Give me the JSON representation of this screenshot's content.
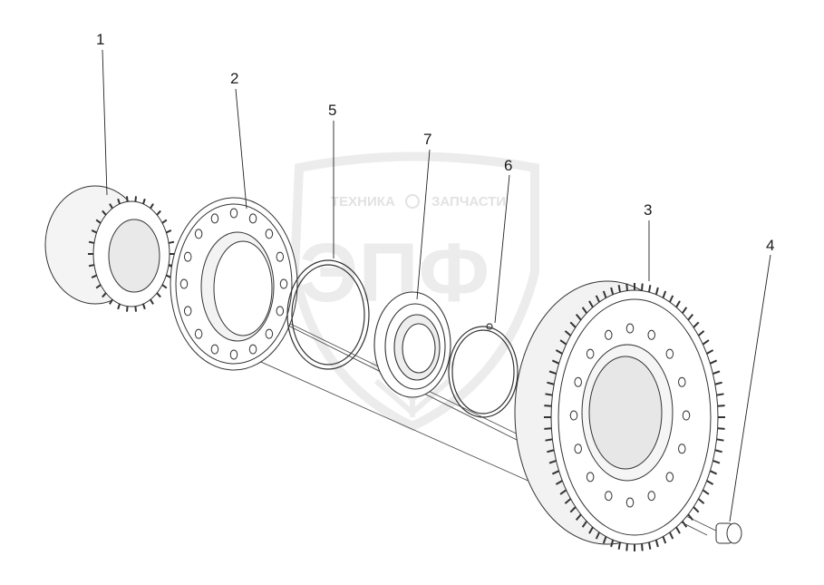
{
  "watermark": {
    "brand_text_left": "ТЕХНИКА",
    "brand_text_right": "ЗАПЧАСТИ",
    "brand_big": "ЭПФ",
    "color": "#e4e4e4"
  },
  "callouts": [
    {
      "id": "1"
    },
    {
      "id": "2"
    },
    {
      "id": "3"
    },
    {
      "id": "4"
    },
    {
      "id": "5"
    },
    {
      "id": "6"
    },
    {
      "id": "7"
    }
  ],
  "colors": {
    "line": "#333333",
    "background": "#ffffff"
  }
}
